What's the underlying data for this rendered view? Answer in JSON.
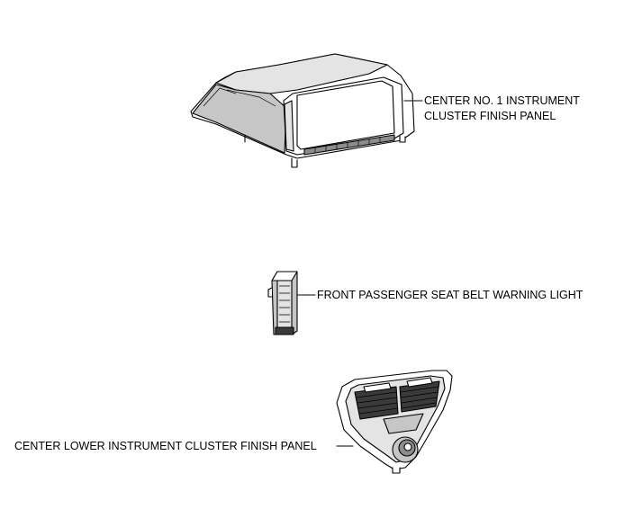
{
  "labels": {
    "finish_panel_line1": "CENTER NO. 1 INSTRUMENT",
    "finish_panel_line2": "CLUSTER FINISH PANEL",
    "warning_light": "FRONT PASSENGER SEAT BELT WARNING LIGHT",
    "lower_panel": "CENTER LOWER INSTRUMENT CLUSTER FINISH PANEL"
  }
}
